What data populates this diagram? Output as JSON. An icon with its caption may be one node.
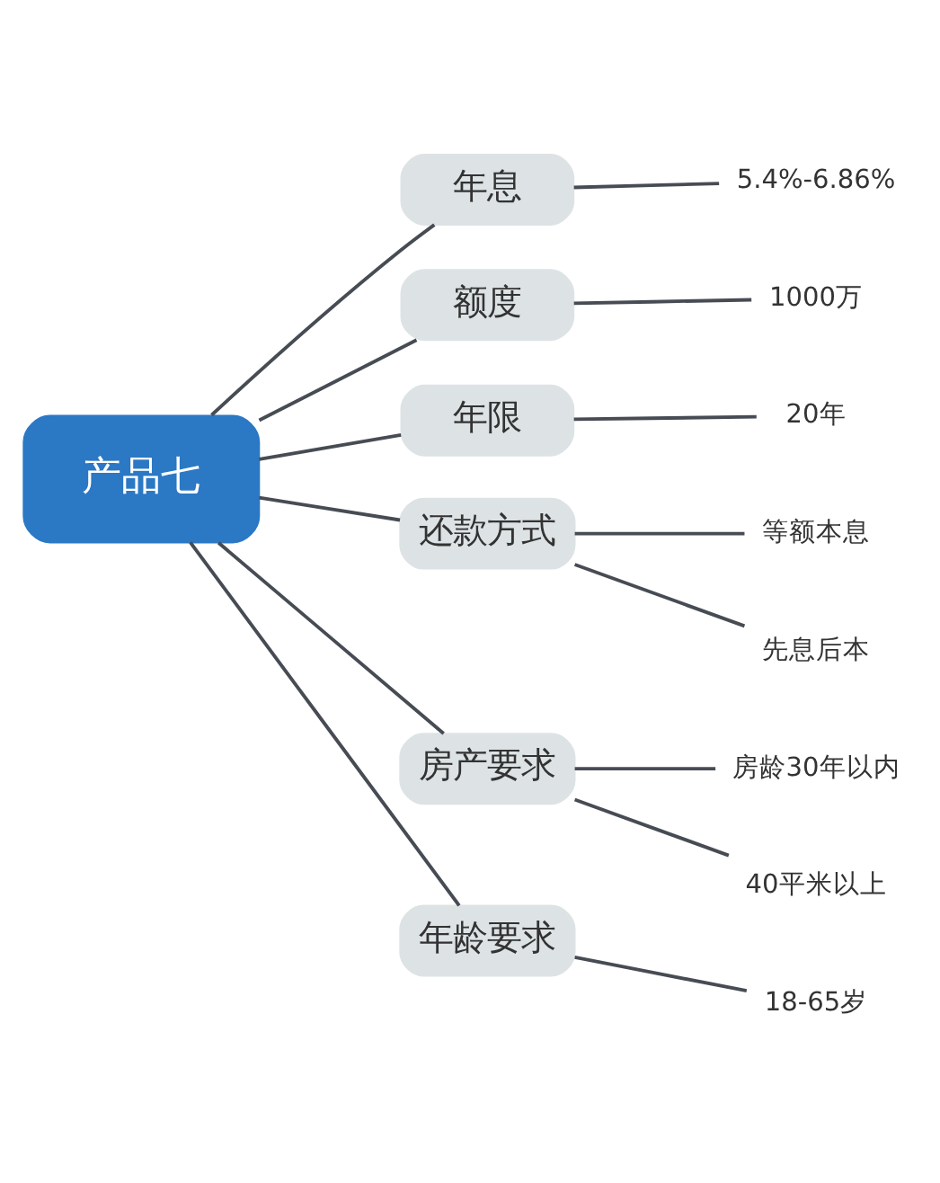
{
  "diagram": {
    "nodes": [
      {
        "text": [
          "产品七"
        ]
      },
      {
        "text": [
          "年息"
        ]
      },
      {
        "text": [
          "5.4%-6.86%"
        ]
      },
      {
        "text": [
          "额度"
        ]
      },
      {
        "text": [
          "1000万"
        ]
      },
      {
        "text": [
          "年限"
        ]
      },
      {
        "text": [
          "20年"
        ]
      },
      {
        "text": [
          "还款方式"
        ]
      },
      {
        "text": [
          "等额本息"
        ]
      },
      {
        "text": [
          "先息后本"
        ]
      },
      {
        "text": [
          "房产要求"
        ]
      },
      {
        "text": [
          "房龄30年以内"
        ]
      },
      {
        "text": [
          "40平米以上"
        ]
      },
      {
        "text": [
          "年龄要求"
        ]
      },
      {
        "text": [
          "18-65岁"
        ]
      }
    ],
    "edges": [
      {
        "from": 0,
        "to": 1,
        "arrow": "none"
      },
      {
        "from": 1,
        "to": 2,
        "arrow": "none"
      },
      {
        "from": 0,
        "to": 3,
        "arrow": "none"
      },
      {
        "from": 3,
        "to": 4,
        "arrow": "none"
      },
      {
        "from": 0,
        "to": 5,
        "arrow": "none"
      },
      {
        "from": 5,
        "to": 6,
        "arrow": "none"
      },
      {
        "from": 0,
        "to": 7,
        "arrow": "none"
      },
      {
        "from": 7,
        "to": 8,
        "arrow": "none"
      },
      {
        "from": 7,
        "to": 9,
        "arrow": "none"
      },
      {
        "from": 0,
        "to": 10,
        "arrow": "none"
      },
      {
        "from": 10,
        "to": 11,
        "arrow": "none"
      },
      {
        "from": 10,
        "to": 12,
        "arrow": "none"
      },
      {
        "from": 0,
        "to": 13,
        "arrow": "none"
      },
      {
        "from": 13,
        "to": 14,
        "arrow": "none"
      }
    ]
  }
}
